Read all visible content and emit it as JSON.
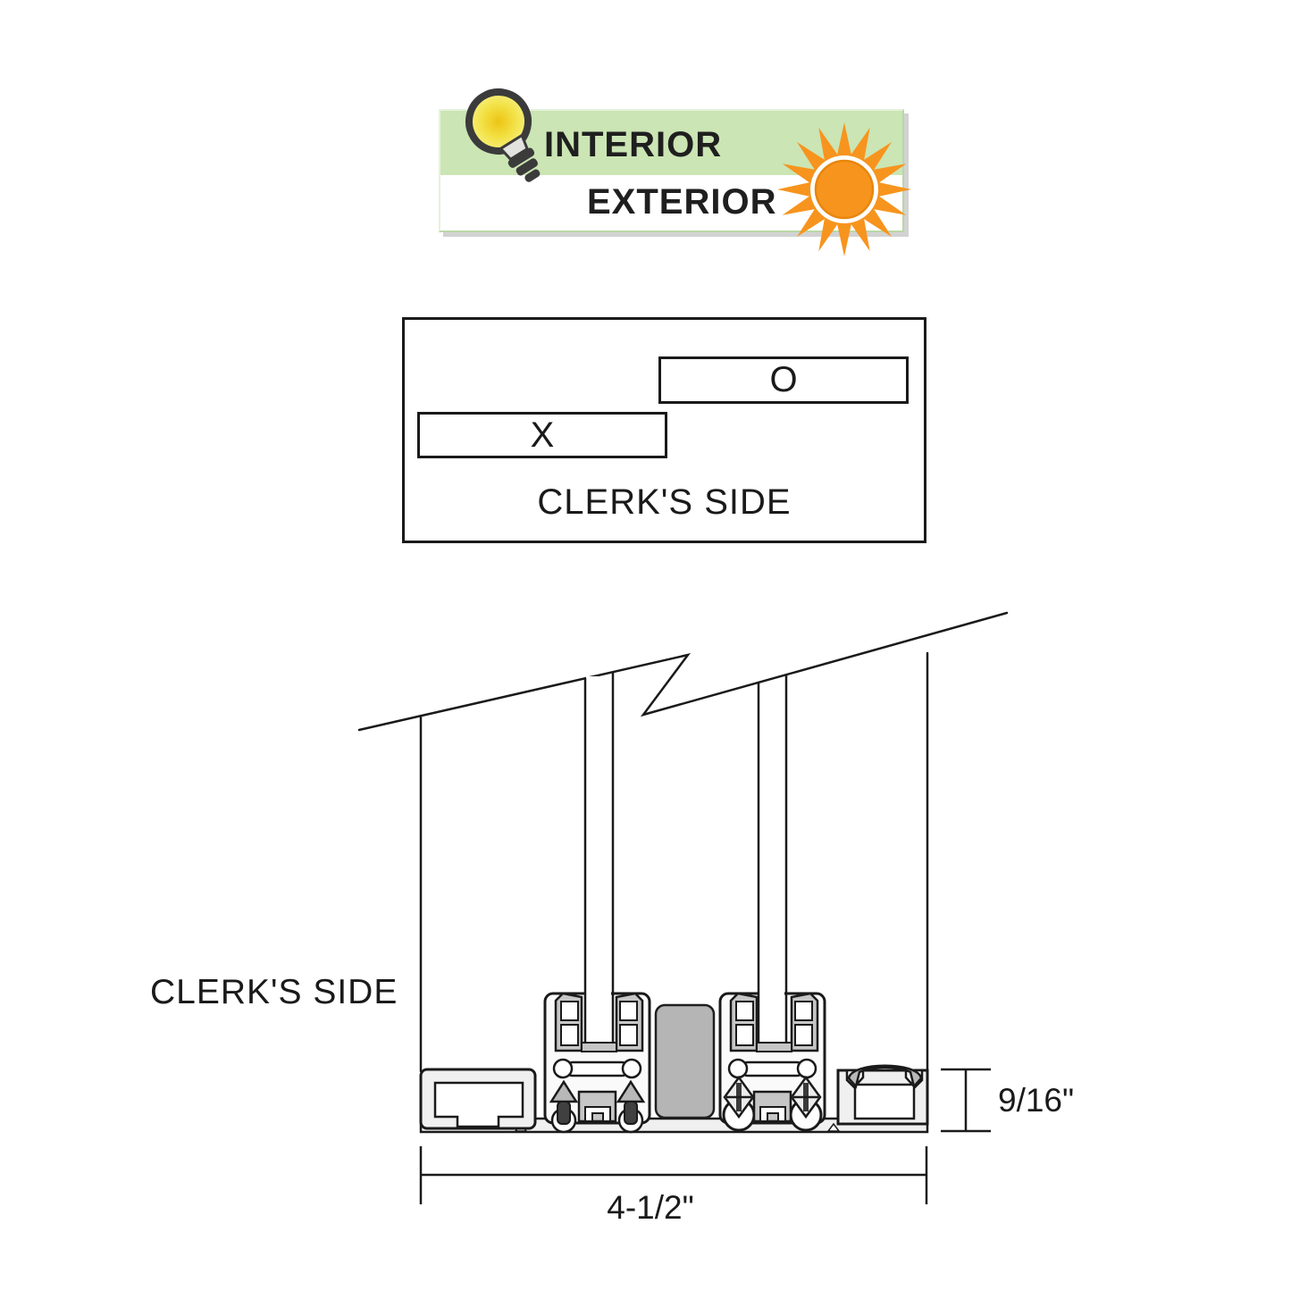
{
  "badge": {
    "interior_label": "INTERIOR",
    "exterior_label": "EXTERIOR",
    "colors": {
      "band_green": "#cbe5b4",
      "sun_orange": "#F7941E",
      "bulb_yellow": "#F6EE6E",
      "outline_dark": "#3B3B3B"
    }
  },
  "plan_view": {
    "o_label": "O",
    "x_label": "X",
    "clerks_side_label": "CLERK'S SIDE"
  },
  "cross_section": {
    "clerks_side_label": "CLERK'S SIDE",
    "height_dimension": "9/16\"",
    "width_dimension": "4-1/2\"",
    "colors": {
      "line": "#1a1a1a",
      "profile_fill": "#f0f0f0",
      "accent_gray": "#c2c2c2",
      "hardware_dark": "#3d3d3d"
    }
  }
}
